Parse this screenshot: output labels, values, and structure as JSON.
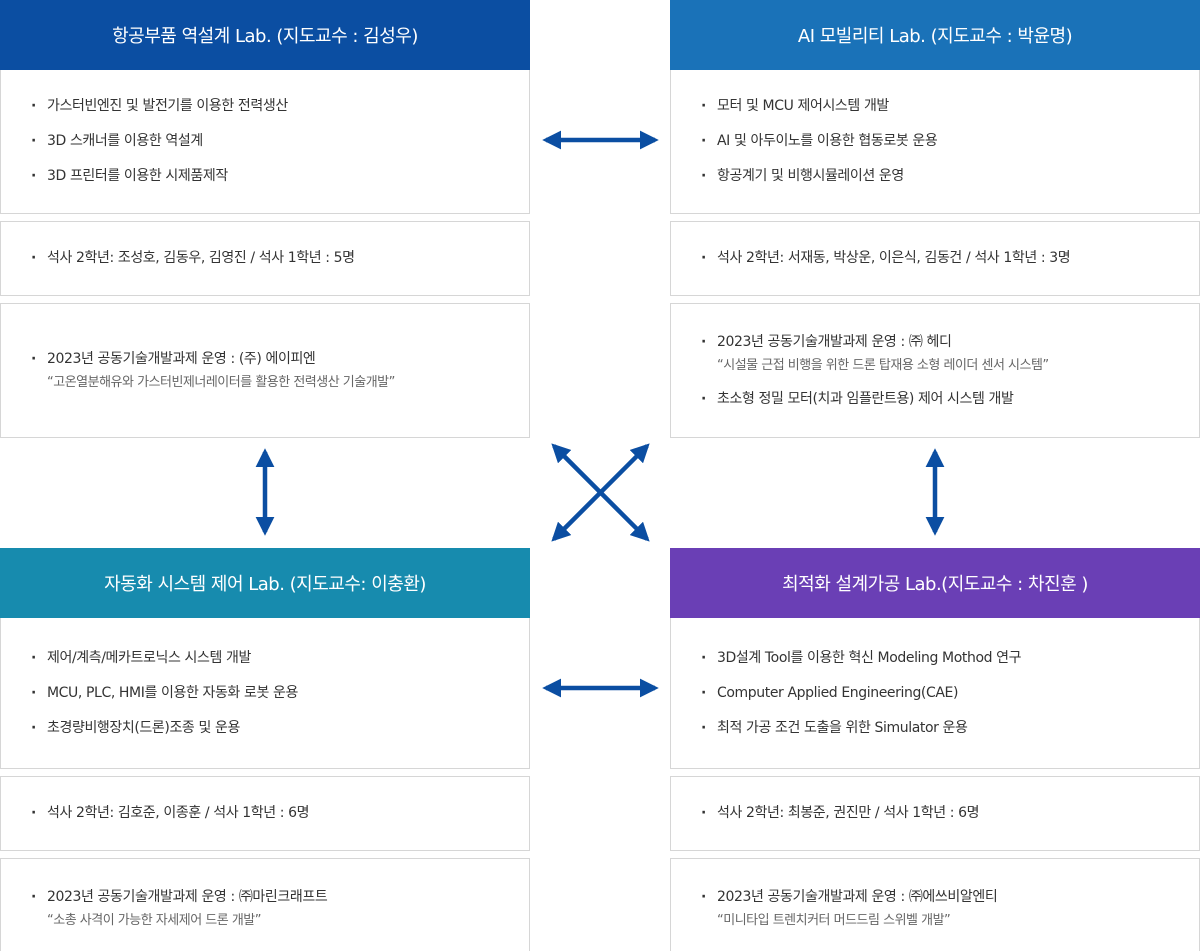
{
  "colors": {
    "tl_header": "#0b4ea2",
    "tr_header": "#1a72b8",
    "bl_header": "#178bae",
    "br_header": "#6a3fb5",
    "arrow": "#0b4ea2"
  },
  "labs": {
    "tl": {
      "title": "항공부품 역설계 Lab. (지도교수 : 김성우)",
      "research": [
        "가스터빈엔진 및 발전기를 이용한 전력생산",
        "3D 스캐너를 이용한 역설계",
        "3D 프린터를 이용한 시제품제작"
      ],
      "students": "석사 2학년: 조성호, 김동우, 김영진 / 석사 1학년 : 5명",
      "project_title": "2023년 공동기술개발과제 운영 : (주) 에이피엔",
      "project_desc": "“고온열분해유와 가스터빈제너레이터를 활용한 전력생산 기술개발”"
    },
    "tr": {
      "title": "AI 모빌리티 Lab.  (지도교수 : 박윤명)",
      "research": [
        "모터 및 MCU 제어시스템 개발",
        "AI 및 아두이노를 이용한 협동로봇 운용",
        "항공계기 및 비행시뮬레이션 운영"
      ],
      "students": "석사 2학년: 서재동, 박상운, 이은식, 김동건 / 석사 1학년 : 3명",
      "project_title": "2023년 공동기술개발과제 운영 : ㈜ 헤디",
      "project_desc": "“시설물 근접 비행을 위한 드론 탑재용 소형 레이더 센서 시스템”",
      "project_extra": "초소형 정밀 모터(치과 임플란트용) 제어 시스템 개발"
    },
    "bl": {
      "title": "자동화 시스템 제어 Lab. (지도교수: 이충환)",
      "research": [
        "제어/계측/메카트로닉스 시스템 개발",
        "MCU, PLC, HMI를 이용한 자동화 로봇 운용",
        "초경량비행장치(드론)조종 및 운용"
      ],
      "students": "석사 2학년: 김호준, 이종훈 / 석사 1학년 : 6명",
      "project_title": "2023년 공동기술개발과제 운영 : ㈜마린크래프트",
      "project_desc": "“소총 사격이 가능한 자세제어 드론 개발”"
    },
    "br": {
      "title": "최적화 설계가공 Lab.(지도교수 : 차진훈 )",
      "research": [
        "3D설계 Tool를 이용한 혁신 Modeling Mothod 연구",
        "Computer Applied Engineering(CAE)",
        "최적 가공 조건 도출을 위한 Simulator 운용"
      ],
      "students": "석사 2학년: 최봉준, 권진만 / 석사 1학년 : 6명",
      "project_title": "2023년 공동기술개발과제 운영 : ㈜에쓰비알엔티",
      "project_desc": "“미니타입 트렌치커터 머드드림 스위벨 개발”"
    }
  }
}
